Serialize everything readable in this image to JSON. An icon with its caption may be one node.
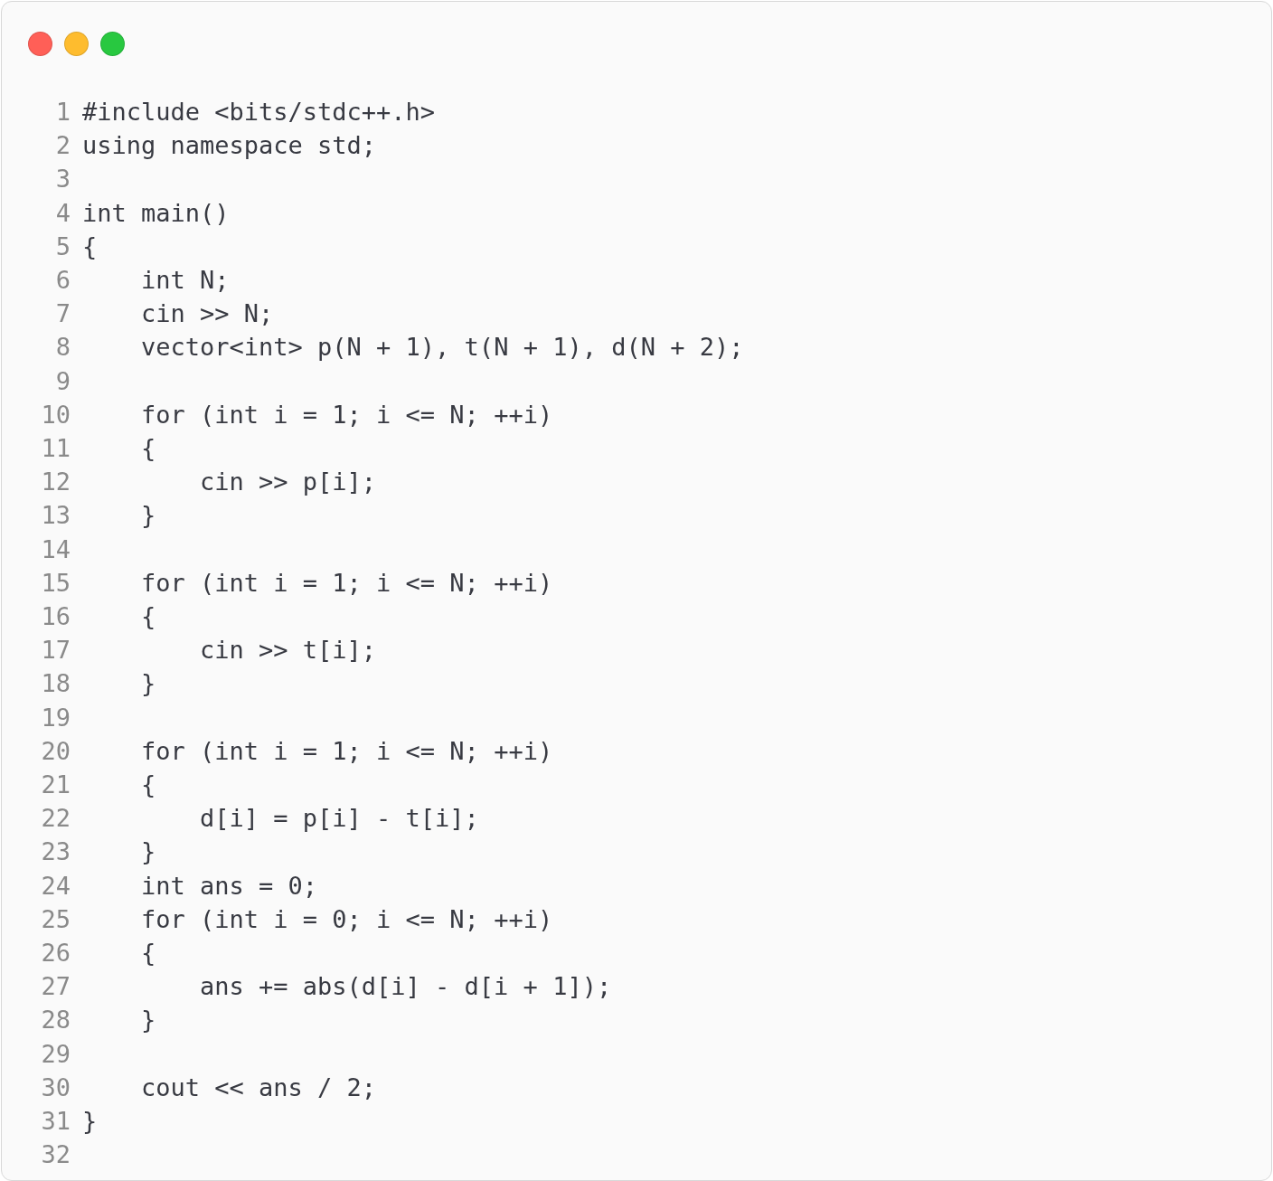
{
  "diagram": {
    "labels": [
      "1",
      "#include <bits/stdc++.h>",
      "2",
      "using namespace std;",
      "3",
      "4",
      "int main()",
      "5",
      "{",
      "6",
      "int N;",
      "7",
      "cin >> N;",
      "8",
      "vector<int> p(N + 1), t(N + 1), d(N + 2);",
      "9",
      "10",
      "for (int i = 1; i <= N; ++i)",
      "11",
      "{",
      "12",
      "cin >> p[i];",
      "13",
      "}",
      "14",
      "15",
      "for (int i = 1; i <= N; ++i)",
      "16",
      "{",
      "17",
      "cin >> t[i];",
      "18",
      "}",
      "19",
      "20",
      "for (int i = 1; i <= N; ++i)",
      "21",
      "{",
      "22",
      "d[i] = p[i] - t[i];",
      "23",
      "}",
      "24",
      "int ans = 0;",
      "25",
      "for (int i = 0; i <= N; ++i)",
      "26",
      "{",
      "27",
      "ans += abs(d[i] - d[i + 1]);",
      "28",
      "}",
      "29",
      "30",
      "cout << ans / 2;",
      "31",
      "}",
      "32"
    ]
  }
}
